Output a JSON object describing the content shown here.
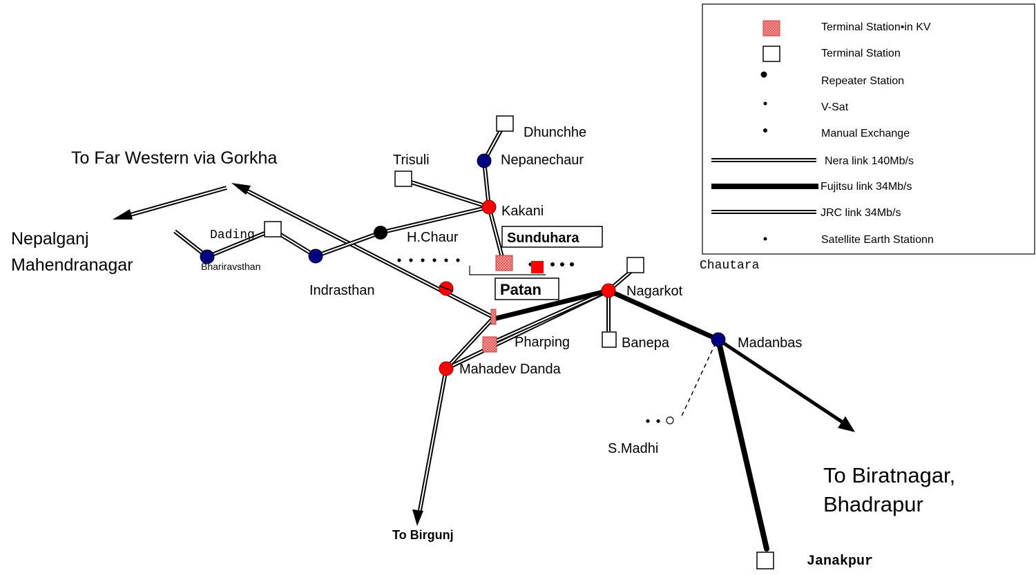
{
  "colors": {
    "node_red": "#ff0000",
    "node_blue": "#000080",
    "node_black": "#000000",
    "terminal_kv_fill": "#f08080",
    "patan_marker": "#ff0000"
  },
  "legend": {
    "items": [
      {
        "symbol": "hatched-square",
        "label": "Terminal Station•in KV"
      },
      {
        "symbol": "open-square",
        "label": "Terminal Station"
      },
      {
        "symbol": "large-dot",
        "label": "Repeater Station"
      },
      {
        "symbol": "small-dot",
        "label": "V-Sat"
      },
      {
        "symbol": "small-dot",
        "label": "Manual Exchange"
      },
      {
        "symbol": "double-line",
        "label": "Nera link 140Mb/s"
      },
      {
        "symbol": "thick-line",
        "label": "Fujitsu link 34Mb/s"
      },
      {
        "symbol": "double-line",
        "label": "JRC link 34Mb/s"
      },
      {
        "symbol": "small-dot",
        "label": "Satellite Earth Stationn"
      }
    ]
  },
  "labels": {
    "far_western": "To Far Western via Gorkha",
    "nepalganj": "Nepalganj",
    "mahendranagar": "Mahendranagar",
    "dading": "Dading",
    "bhariravsthan": "Bhariravsthan",
    "indrasthan": "Indrasthan",
    "hchaur": "H.Chaur",
    "trisuli": "Trisuli",
    "dhunchhe": "Dhunchhe",
    "nepanechaur": "Nepanechaur",
    "kakani": "Kakani",
    "sunduhara": "Sunduhara",
    "patan": "Patan",
    "chautara": "Chautara",
    "nagarkot": "Nagarkot",
    "pharping": "Pharping",
    "banepa": "Banepa",
    "madanbas": "Madanbas",
    "mahadev_danda": "Mahadev Danda",
    "smadhi": "S.Madhi",
    "to_birgunj": "To Birgunj",
    "to_biratnagar_1": "To Biratnagar,",
    "to_biratnagar_2": "Bhadrapur",
    "janakpur": "Janakpur"
  }
}
